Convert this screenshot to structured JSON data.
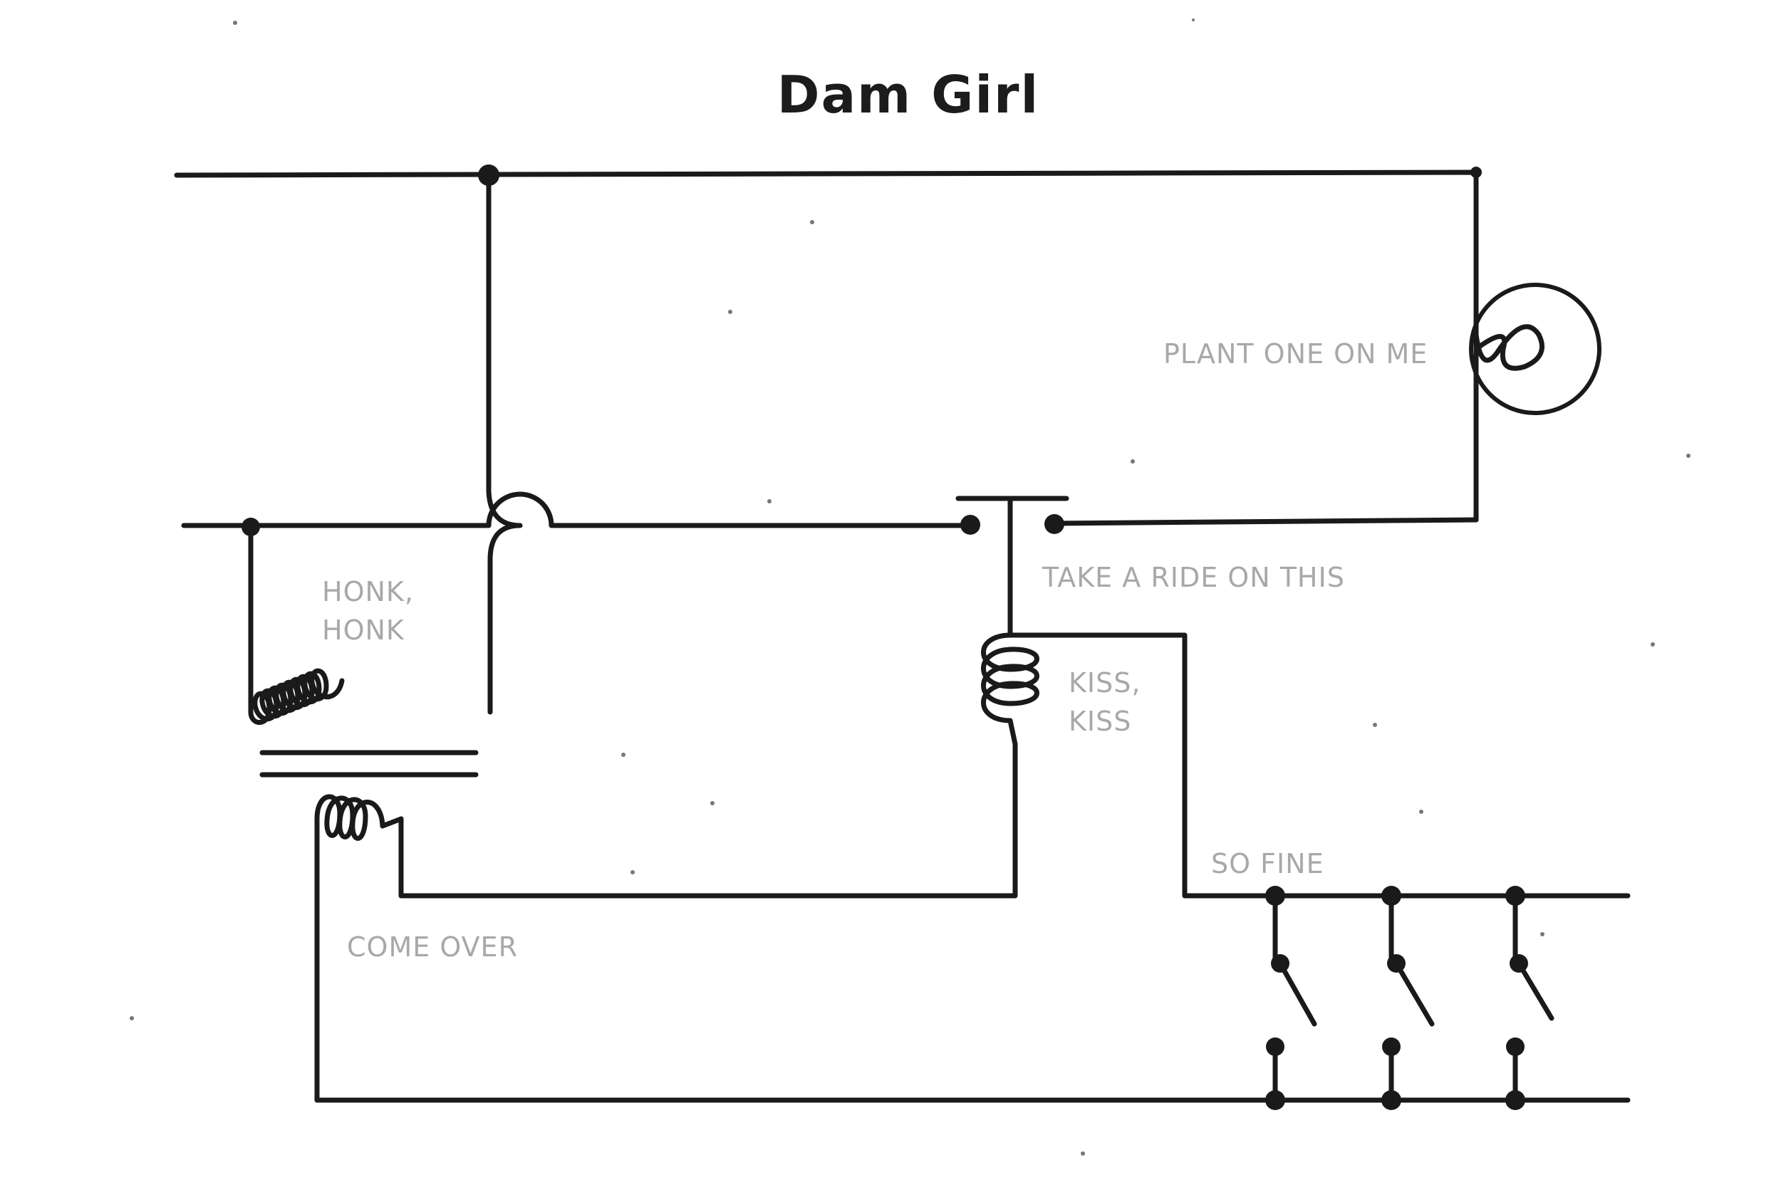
{
  "title": "Dam Girl",
  "labels": {
    "lamp": "PLANT ONE ON ME",
    "switch": "TAKE A RIDE ON THIS",
    "transformer_line1": "HONK,",
    "transformer_line2": "HONK",
    "relay_line1": "KISS,",
    "relay_line2": "KISS",
    "secondary": "COME OVER",
    "switch_bank": "SO FINE"
  },
  "colors": {
    "ink": "#1a1a1a",
    "label": "#a8a8a8",
    "background": "#ffffff"
  }
}
